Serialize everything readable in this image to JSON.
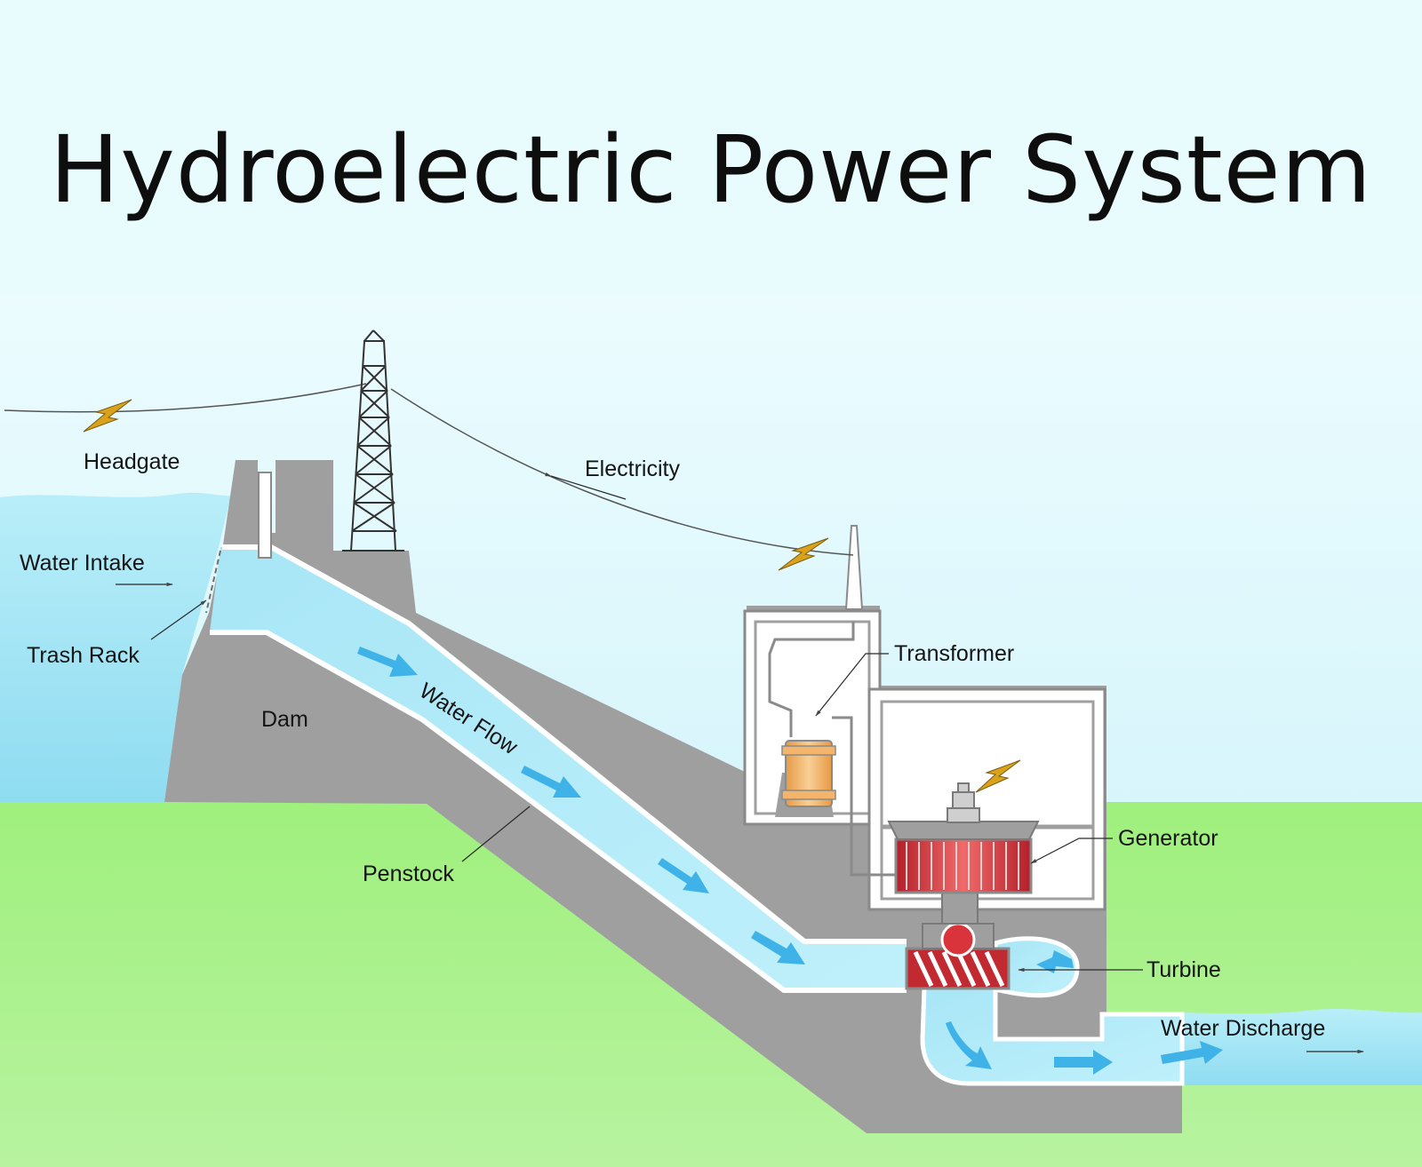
{
  "title": "Hydroelectric Power System",
  "labels": {
    "headgate": "Headgate",
    "water_intake": "Water Intake",
    "trash_rack": "Trash Rack",
    "dam": "Dam",
    "penstock": "Penstock",
    "water_flow": "Water Flow",
    "electricity": "Electricity",
    "transformer": "Transformer",
    "generator": "Generator",
    "turbine": "Turbine",
    "water_discharge": "Water Discharge"
  },
  "colors": {
    "sky": "#d8f6fb",
    "water": "#9fe2f3",
    "ground": "#9ff07d",
    "concrete": "#9f9f9f",
    "generator": "#c8212c",
    "transformer": "#f0a853",
    "lightning": "#d9a21c",
    "flow_arrow": "#3fb2e8"
  },
  "icons": [
    "lightning-icon",
    "transmission-tower-icon",
    "flow-arrow-icon"
  ]
}
